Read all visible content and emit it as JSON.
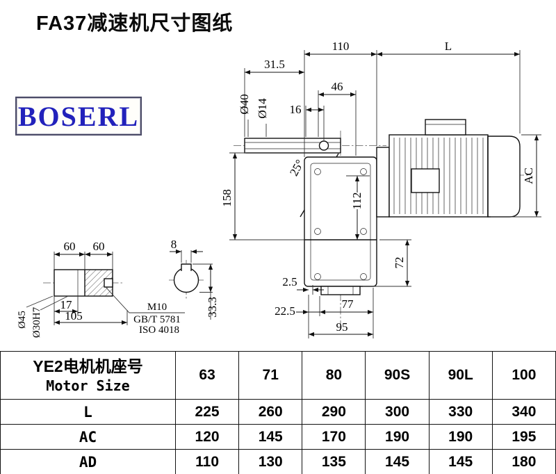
{
  "page": {
    "title": "FA37减速机尺寸图纸",
    "logo": "BOSERL"
  },
  "drawing": {
    "dims": {
      "d110": "110",
      "dL": "L",
      "d31_5": "31.5",
      "d46": "46",
      "d16": "16",
      "dia40": "Ø40",
      "dia14": "Ø14",
      "angle": "25°",
      "d158": "158",
      "d112": "112",
      "dAC": "AC",
      "d72": "72",
      "d2_5": "2.5",
      "d22_5": "22.5",
      "d77": "77",
      "d95": "95",
      "d60a": "60",
      "d60b": "60",
      "d17": "17",
      "d105": "105",
      "dia45": "Ø45",
      "dia30h7": "Ø30H7",
      "m10": "M10",
      "gb": "GB/T 5781",
      "iso": "ISO 4018",
      "d8": "8",
      "d33_3": "33.3"
    }
  },
  "table": {
    "header": {
      "row_label_cn": "YE2电机机座号",
      "row_label_en": "Motor Size",
      "sizes": [
        "63",
        "71",
        "80",
        "90S",
        "90L",
        "100"
      ]
    },
    "rows": [
      {
        "label": "L",
        "values": [
          "225",
          "260",
          "290",
          "300",
          "330",
          "340"
        ]
      },
      {
        "label": "AC",
        "values": [
          "120",
          "145",
          "170",
          "190",
          "190",
          "195"
        ]
      },
      {
        "label": "AD",
        "values": [
          "110",
          "130",
          "135",
          "145",
          "145",
          "180"
        ]
      }
    ]
  }
}
